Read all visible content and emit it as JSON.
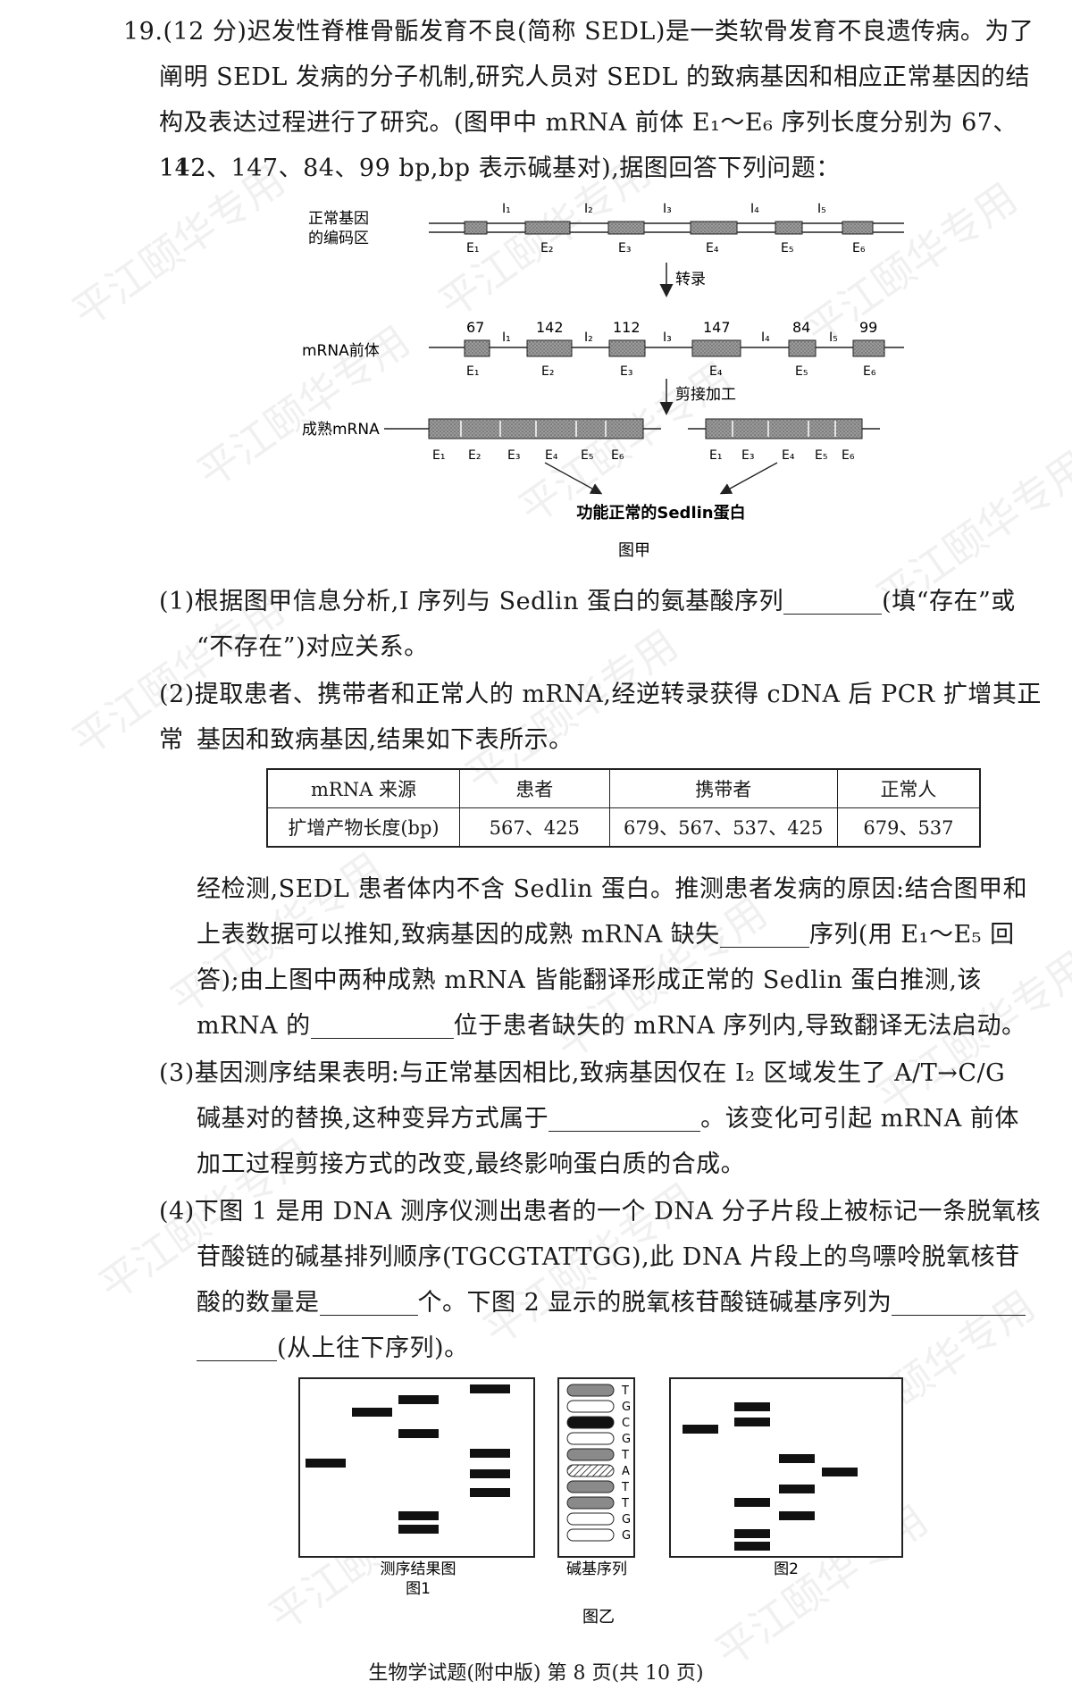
{
  "question": {
    "number": "19.",
    "lines": [
      "(12 分)迟发性脊椎骨骺发育不良(简称 SEDL)是一类软骨发育不良遗传病。为了",
      "阐明 SEDL 发病的分子机制,研究人员对 SEDL 的致病基因和相应正常基因的结",
      "构及表达过程进行了研究。(图甲中 mRNA 前体 E₁～E₆ 序列长度分别为 67、142、",
      "112、147、84、99 bp,bp 表示碱基对),据图回答下列问题："
    ]
  },
  "figure_jia": {
    "row1_label_a": "正常基因",
    "row1_label_b": "的编码区",
    "row2_label": "mRNA前体",
    "row3_label": "成熟mRNA",
    "arrow1_label": "转录",
    "arrow2_label": "剪接加工",
    "intron_labels": [
      "I₁",
      "I₂",
      "I₃",
      "I₄",
      "I₅"
    ],
    "exon_labels": [
      "E₁",
      "E₂",
      "E₃",
      "E₄",
      "E₅",
      "E₆"
    ],
    "exon_lengths": [
      "67",
      "142",
      "112",
      "147",
      "84",
      "99"
    ],
    "mature_left_labels": [
      "E₁",
      "E₂",
      "E₃",
      "E₄",
      "E₅",
      "E₆"
    ],
    "mature_right_labels": [
      "E₁",
      "E₃",
      "E₄",
      "E₅",
      "E₆"
    ],
    "protein_label": "功能正常的Sedlin蛋白",
    "caption": "图甲"
  },
  "q1": {
    "line1_a": "(1)根据图甲信息分析,I 序列与 Sedlin 蛋白的氨基酸序列",
    "line1_b": "(填“存在”或",
    "line2": "“不存在”)对应关系。"
  },
  "q2": {
    "line1": "(2)提取患者、携带者和正常人的 mRNA,经逆转录获得 cDNA 后 PCR 扩增其正常",
    "line2": "基因和致病基因,结果如下表所示。",
    "table": {
      "headers": [
        "mRNA 来源",
        "患者",
        "携带者",
        "正常人"
      ],
      "row": [
        "扩增产物长度(bp)",
        "567、425",
        "679、567、537、425",
        "679、537"
      ]
    },
    "after1": "经检测,SEDL 患者体内不含 Sedlin 蛋白。推测患者发病的原因:结合图甲和",
    "after2": "上表数据可以推知,致病基因的成熟 mRNA 缺失",
    "after2b": "序列(用 E₁～E₅ 回",
    "after3": "答);由上图中两种成熟 mRNA 皆能翻译形成正常的 Sedlin 蛋白推测,该",
    "after4a": "mRNA 的",
    "after4b": "位于患者缺失的 mRNA 序列内,导致翻译无法启动。"
  },
  "q3": {
    "line1": "(3)基因测序结果表明:与正常基因相比,致病基因仅在 I₂ 区域发生了 A/T→C/G",
    "line2a": "碱基对的替换,这种变异方式属于",
    "line2b": "。该变化可引起 mRNA 前体",
    "line3": "加工过程剪接方式的改变,最终影响蛋白质的合成。"
  },
  "q4": {
    "line1": "(4)下图 1 是用 DNA 测序仪测出患者的一个 DNA 分子片段上被标记一条脱氧核",
    "line2": "苷酸链的碱基排列顺序(TGCGTATTGG),此 DNA 片段上的鸟嘌呤脱氧核苷",
    "line3a": "酸的数量是",
    "line3b": "个。下图 2 显示的脱氧核苷酸链碱基序列为",
    "line4": "(从上往下序列)。"
  },
  "figure_yi": {
    "fig1_label_a": "测序结果图",
    "fig1_label_b": "图1",
    "base_label": "碱基序列",
    "bases": [
      "T",
      "G",
      "C",
      "G",
      "T",
      "A",
      "T",
      "T",
      "G",
      "G"
    ],
    "fig2_label": "图2",
    "caption": "图乙"
  },
  "footer": "生物学试题(附中版)   第 8 页(共 10 页)",
  "watermark": "平江颐华专用"
}
